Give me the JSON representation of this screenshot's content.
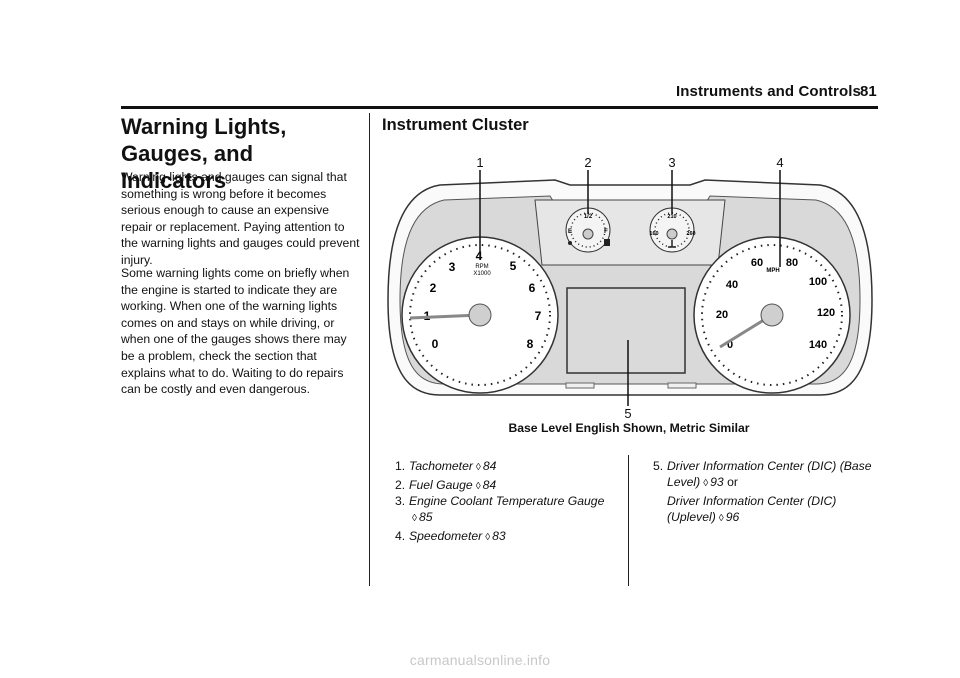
{
  "header": {
    "title": "Instruments and Controls",
    "page": "81"
  },
  "section": {
    "title": "Warning Lights, Gauges, and Indicators",
    "p1": "Warning lights and gauges can signal that something is wrong before it becomes serious enough to cause an expensive repair or replacement. Paying attention to the warning lights and gauges could prevent injury.",
    "p2": "Some warning lights come on briefly when the engine is started to indicate they are working. When one of the warning lights comes on and stays on while driving, or when one of the gauges shows there may be a problem, check the section that explains what to do. Waiting to do repairs can be costly and even dangerous."
  },
  "cluster": {
    "title": "Instrument Cluster",
    "caption": "Base Level English Shown, Metric Similar",
    "callouts": [
      "1",
      "2",
      "3",
      "4",
      "5"
    ],
    "tach": {
      "unit_top": "RPM",
      "unit_bottom": "X1000",
      "ticks": [
        "0",
        "1",
        "2",
        "3",
        "4",
        "5",
        "6",
        "7",
        "8"
      ]
    },
    "speedo": {
      "unit": "MPH",
      "ticks": [
        "0",
        "20",
        "40",
        "60",
        "80",
        "100",
        "120",
        "140"
      ]
    },
    "fuel": {
      "empty": "E",
      "half": "1/2",
      "full": "F"
    },
    "temp": {
      "low": "160",
      "mid": "210",
      "high": "260"
    }
  },
  "list": {
    "i1": {
      "num": "1.",
      "name": "Tachometer",
      "ref": "84"
    },
    "i2": {
      "num": "2.",
      "name": "Fuel Gauge",
      "ref": "84"
    },
    "i3": {
      "num": "3.",
      "name": "Engine Coolant Temperature Gauge",
      "ref": "85"
    },
    "i4": {
      "num": "4.",
      "name": "Speedometer",
      "ref": "83"
    },
    "i5": {
      "num": "5.",
      "name_a1": "Driver Information Center (DIC) (Base",
      "name_a2": "Level)",
      "ref_a": "93",
      "or": "or",
      "name_b1": "Driver Information Center (DIC)",
      "name_b2": "(Uplevel)",
      "ref_b": "96"
    }
  },
  "icons": {
    "ref": "page-reference-icon"
  },
  "watermark": "carmanualsonline.info"
}
